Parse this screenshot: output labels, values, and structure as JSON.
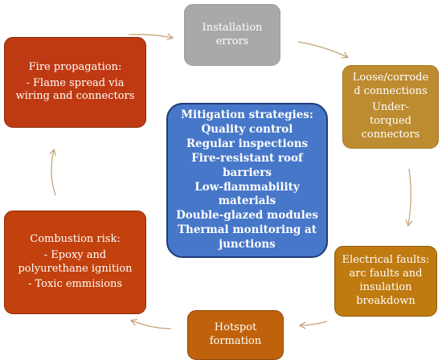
{
  "boxes": {
    "installation": {
      "lines": [
        "Installation",
        "errors"
      ]
    },
    "loose": {
      "lines": [
        "Loose/corrode",
        "d connections",
        "Under-",
        "torqued",
        "connectors"
      ]
    },
    "electrical": {
      "lines": [
        "Electrical faults:",
        "arc faults and",
        "insulation",
        "breakdown"
      ]
    },
    "hotspot": {
      "lines": [
        "Hotspot",
        "formation"
      ]
    },
    "combustion": {
      "lines": [
        "Combustion risk:",
        "- Epoxy and",
        "polyurethane ignition",
        "- Toxic emmisions"
      ]
    },
    "fire": {
      "lines": [
        "Fire propagation:",
        "- Flame spread via",
        "wiring  and connectors"
      ]
    },
    "mitigation": {
      "lines": [
        "Mitigation strategies:",
        "Quality control",
        "Regular inspections",
        "Fire-resistant roof barriers",
        "Low-flammability",
        "materials",
        "Double-glazed modules",
        "Thermal monitoring at",
        "junctions"
      ]
    }
  },
  "colors": {
    "installation": "#a9a9a9",
    "loose": "#bd8c30",
    "electrical": "#bf7a10",
    "hotspot": "#c0620c",
    "combustion": "#c2410c",
    "fire": "#bf3a12",
    "mitigation": "#4677c9",
    "arrow": "#c9a47c"
  }
}
